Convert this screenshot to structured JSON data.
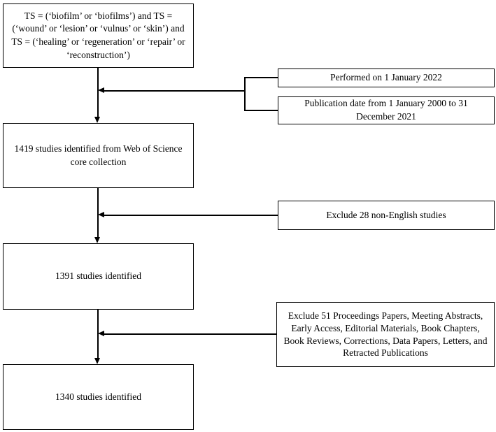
{
  "boxes": {
    "search_query": "TS = (‘biofilm’ or ‘biofilms’) and TS = (‘wound’ or ‘lesion’ or ‘vulnus’ or ‘skin’) and TS = (‘healing’ or ‘regeneration’ or ‘repair’ or ‘reconstruction’)",
    "studies_identified": "1419 studies identified from Web of Science core collection",
    "studies_after_language_screen": "1391 studies identified",
    "studies_final": "1340 studies identified"
  },
  "annotations": {
    "performed_date": "Performed on 1 January 2022",
    "publication_range": "Publication date from 1 January 2000 to 31 December 2021",
    "exclude_non_english": "Exclude 28 non-English studies",
    "exclude_document_types": "Exclude 51 Proceedings Papers, Meeting Abstracts, Early Access, Editorial Materials, Book Chapters, Book Reviews, Corrections, Data Papers, Letters, and Retracted Publications"
  },
  "colors": {
    "line": "#000000",
    "box_background": "#ffffff",
    "text": "#000000",
    "page_background": "#ffffff"
  }
}
